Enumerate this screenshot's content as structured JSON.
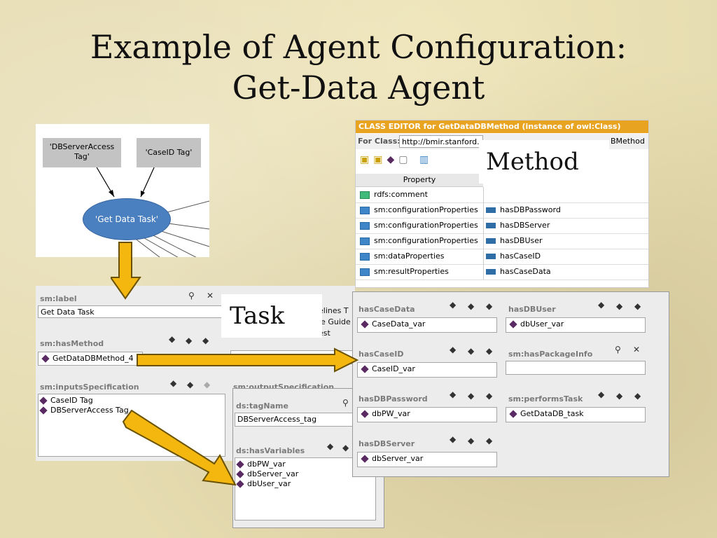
{
  "slide": {
    "title_line1": "Example of Agent Configuration:",
    "title_line2": "Get-Data Agent"
  },
  "graph": {
    "node_dbserver": "'DBServerAccess\nTag'",
    "node_caseid": "'CaseID Tag'",
    "node_task": "'Get Data Task'"
  },
  "task_form": {
    "label_title": "sm:label",
    "label_value": "Get Data Task",
    "method_title": "sm:hasMethod",
    "method_value": "GetDataDBMethod_4",
    "inputs_title": "sm:inputsSpecification",
    "inputs_items": [
      "CaseID Tag",
      "DBServerAccess Tag"
    ],
    "output_title_partial": "sm:outputSpecification",
    "bg_text_lines": [
      "elines T",
      "le Guide",
      "est"
    ]
  },
  "tag_form": {
    "tagname_title": "ds:tagName",
    "tagname_value": "DBServerAccess_tag",
    "vars_title": "ds:hasVariables",
    "vars_items": [
      "dbPW_var",
      "dbServer_var",
      "dbUser_var"
    ]
  },
  "class_editor": {
    "header": "CLASS EDITOR for GetDataDBMethod   (instance of owl:Class)",
    "for_class_label": "For Class:",
    "for_class_value": "http://bmir.stanford.e",
    "for_class_tail": "BMethod",
    "col_property": "Property",
    "rows": [
      {
        "prop": "rdfs:comment",
        "value": ""
      },
      {
        "prop": "sm:configurationProperties",
        "value": "hasDBPassword"
      },
      {
        "prop": "sm:configurationProperties",
        "value": "hasDBServer"
      },
      {
        "prop": "sm:configurationProperties",
        "value": "hasDBUser"
      },
      {
        "prop": "sm:dataProperties",
        "value": "hasCaseID"
      },
      {
        "prop": "sm:resultProperties",
        "value": "hasCaseData"
      }
    ]
  },
  "method_form": {
    "fields": [
      {
        "title": "hasCaseData",
        "value": "CaseData_var"
      },
      {
        "title": "hasDBUser",
        "value": "dbUser_var"
      },
      {
        "title": "hasCaseID",
        "value": "CaseID_var"
      },
      {
        "title": "sm:hasPackageInfo",
        "value": ""
      },
      {
        "title": "hasDBPassword",
        "value": "dbPW_var"
      },
      {
        "title": "sm:performsTask",
        "value": "GetDataDB_task"
      },
      {
        "title": "hasDBServer",
        "value": "dbServer_var"
      }
    ]
  },
  "labels": {
    "method": "Method",
    "task": "Task"
  },
  "colors": {
    "arrow_fill": "#f4b70f",
    "arrow_stroke": "#6a5200",
    "ellipse": "#4a7fc0",
    "header_orange": "#e8a321"
  }
}
